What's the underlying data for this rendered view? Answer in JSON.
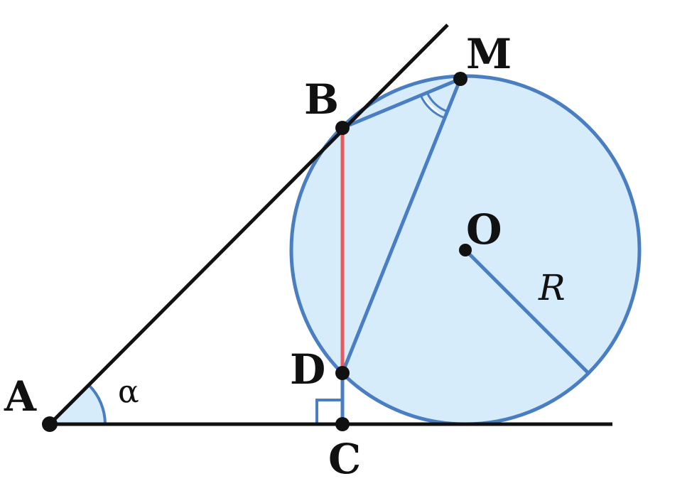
{
  "labels": {
    "A": "A",
    "B": "B",
    "C": "C",
    "D": "D",
    "M": "M",
    "O": "O",
    "alpha": "α",
    "R": "R"
  },
  "colors": {
    "circle_fill": "#d7ecfa",
    "circle_stroke": "#4a7ec2",
    "chord_stroke": "#4a7ec2",
    "highlight_segment": "#e55a5a",
    "black_lines": "#111111",
    "angle_fill": "#d7ecfa",
    "point_fill": "#111111"
  }
}
